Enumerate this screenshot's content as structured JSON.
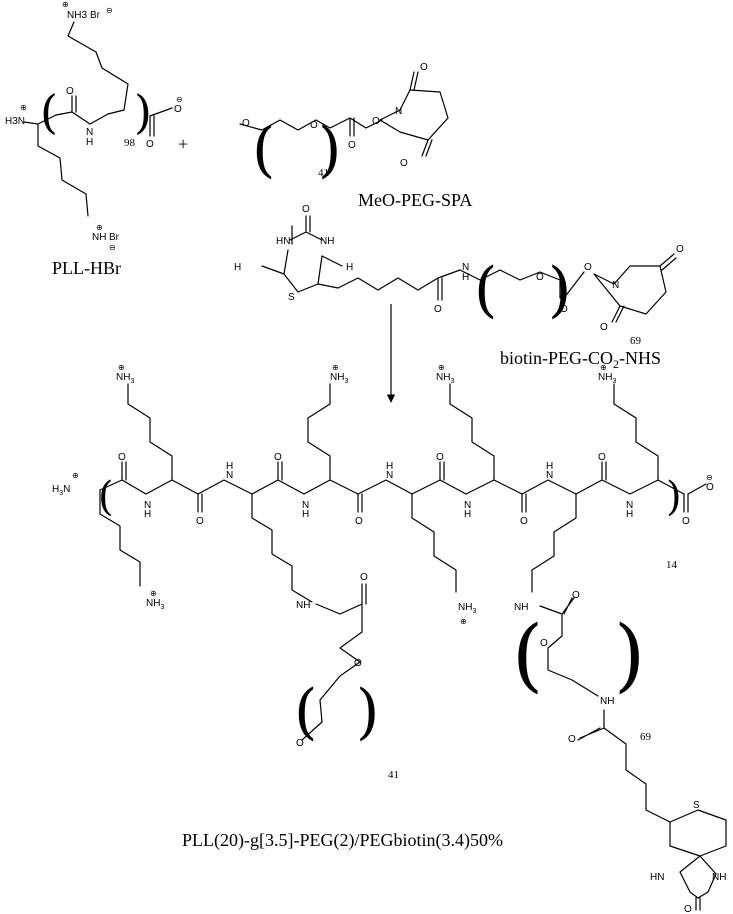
{
  "reactants": {
    "pll_hbr": {
      "label": "PLL-HBr",
      "repeat": "98",
      "charge_plus": "⊕",
      "charge_minus": "⊖",
      "atoms": {
        "amine_top": "NH3",
        "bromide": "Br",
        "h3n": "H3N",
        "amide_nh": "N",
        "amide_h": "H",
        "nh_bottom": "NH",
        "o": "O"
      }
    },
    "plus_sign": "+",
    "meo_peg_spa": {
      "label": "MeO-PEG-SPA",
      "repeat": "41"
    },
    "biotin_peg_nhs": {
      "label_main": "biotin-PEG-CO",
      "label_sub": "2",
      "label_tail": "-NHS",
      "repeat": "69"
    }
  },
  "product": {
    "label": "PLL(20)-g[3.5]-PEG(2)/PEGbiotin(3.4)50%",
    "backbone_repeat": "14",
    "peg_repeat": "41",
    "biotin_peg_repeat": "69"
  },
  "atom_labels": {
    "N": "N",
    "H": "H",
    "O": "O",
    "S": "S",
    "NH": "NH",
    "NH3": "NH",
    "three": "3",
    "H3N": "H",
    "HN": "HN",
    "Br": "Br"
  },
  "colors": {
    "ink": "#000000",
    "background": "#ffffff"
  }
}
